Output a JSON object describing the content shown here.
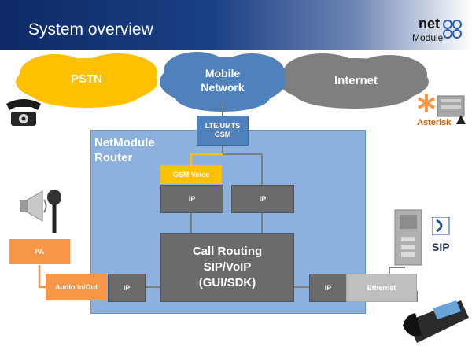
{
  "header": {
    "title": "System overview",
    "logo_line1": "net",
    "logo_line2": "Module"
  },
  "clouds": {
    "pstn": "PSTN",
    "mobile_line1": "Mobile",
    "mobile_line2": "Network",
    "internet": "Internet"
  },
  "router": {
    "line1": "NetModule",
    "line2": "Router"
  },
  "boxes": {
    "lte_line1": "LTE/UMTS",
    "lte_line2": "GSM",
    "gsm_voice": "GSM Voice",
    "ip": "IP",
    "call_line1": "Call Routing",
    "call_line2": "SIP/VoIP",
    "call_line3": "(GUI/SDK)",
    "pa": "PA",
    "audio": "Audio In/Out",
    "ethernet": "Ethernet"
  },
  "logos": {
    "asterisk": "Asterisk",
    "sip": "SIP"
  },
  "colors": {
    "pstn_yellow": "#ffc000",
    "mobile_blue": "#4f81bd",
    "internet_gray": "#7f7f7f",
    "router_blue": "#8db1df",
    "box_dark": "#6b6b6b",
    "orange": "#f79646",
    "ethernet_gray": "#bfbfbf"
  },
  "icons": [
    "telephone-icon",
    "speaker-icon",
    "microphone-icon",
    "asterisk-server-icon",
    "intercom-icon",
    "ip-phone-icon",
    "netmodule-logo-icon"
  ]
}
